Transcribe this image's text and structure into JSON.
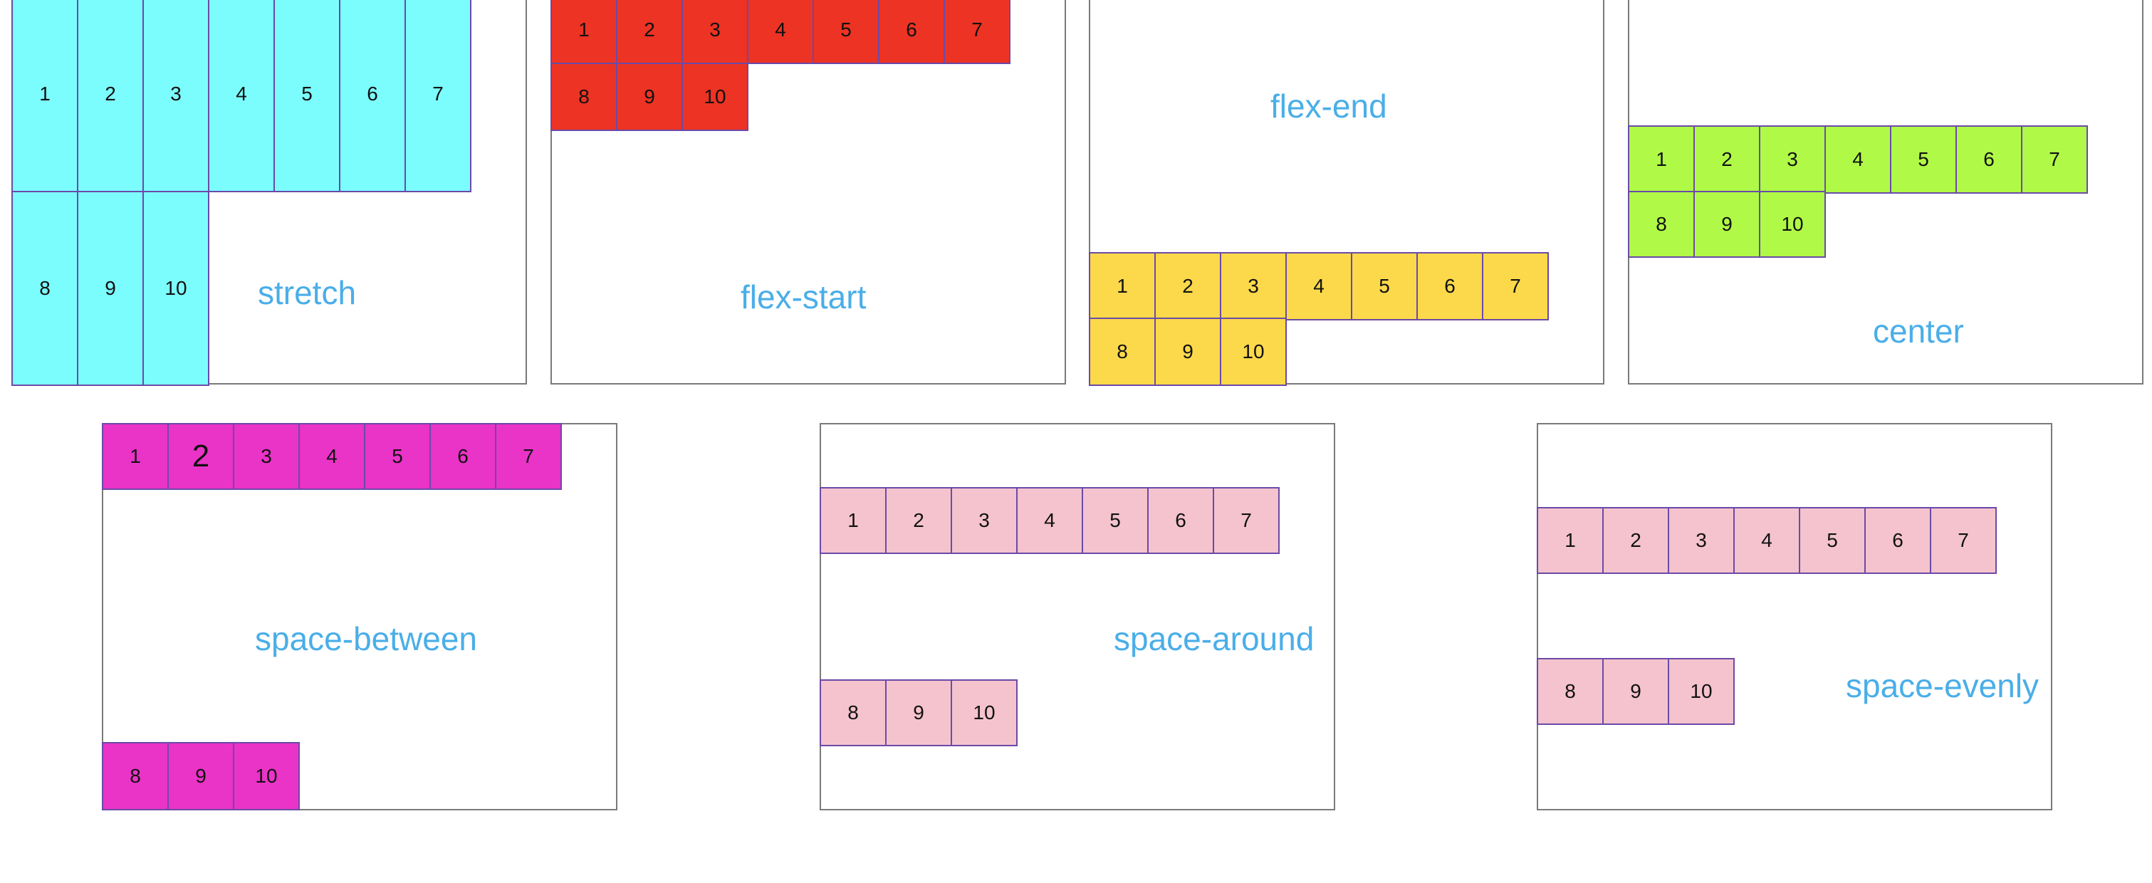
{
  "panels": [
    {
      "id": "stretch",
      "label": "stretch",
      "color": "#7cfdfd",
      "rows": [
        [
          "1",
          "2",
          "3",
          "4",
          "5",
          "6",
          "7"
        ],
        [
          "8",
          "9",
          "10"
        ]
      ]
    },
    {
      "id": "flex-start",
      "label": "flex-start",
      "color": "#ed3323",
      "rows": [
        [
          "1",
          "2",
          "3",
          "4",
          "5",
          "6",
          "7"
        ],
        [
          "8",
          "9",
          "10"
        ]
      ]
    },
    {
      "id": "flex-end",
      "label": "flex-end",
      "color": "#fbd94a",
      "rows": [
        [
          "1",
          "2",
          "3",
          "4",
          "5",
          "6",
          "7"
        ],
        [
          "8",
          "9",
          "10"
        ]
      ]
    },
    {
      "id": "center",
      "label": "center",
      "color": "#b0fa47",
      "rows": [
        [
          "1",
          "2",
          "3",
          "4",
          "5",
          "6",
          "7"
        ],
        [
          "8",
          "9",
          "10"
        ]
      ]
    },
    {
      "id": "space-between",
      "label": "space-between",
      "color": "#ea33c7",
      "rows": [
        [
          "1",
          "2",
          "3",
          "4",
          "5",
          "6",
          "7"
        ],
        [
          "8",
          "9",
          "10"
        ]
      ]
    },
    {
      "id": "space-around",
      "label": "space-around",
      "color": "#f4c3ce",
      "rows": [
        [
          "1",
          "2",
          "3",
          "4",
          "5",
          "6",
          "7"
        ],
        [
          "8",
          "9",
          "10"
        ]
      ]
    },
    {
      "id": "space-evenly",
      "label": "space-evenly",
      "color": "#f4c3ce",
      "rows": [
        [
          "1",
          "2",
          "3",
          "4",
          "5",
          "6",
          "7"
        ],
        [
          "8",
          "9",
          "10"
        ]
      ]
    }
  ]
}
